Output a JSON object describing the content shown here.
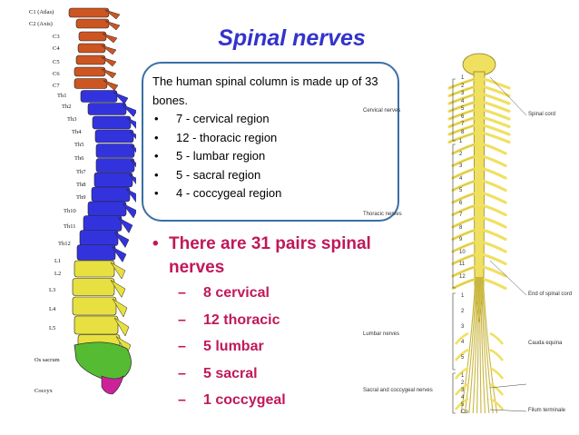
{
  "slide": {
    "title": "Spinal nerves",
    "info_box": {
      "intro": "The human spinal column is made up of 33 bones.",
      "items": [
        "7 - cervical region",
        "12 - thoracic region",
        "5 - lumbar region",
        "5 - sacral region",
        "4 - coccygeal region"
      ],
      "bullet_glyph": "•"
    },
    "main_bullet": {
      "glyph": "•",
      "text": "There are 31 pairs spinal nerves"
    },
    "sub_items": [
      "8 cervical",
      "12 thoracic",
      "5 lumbar",
      "5 sacral",
      "1 coccygeal"
    ],
    "sub_dash": "–",
    "colors": {
      "title": "#3333cc",
      "accent": "#c0185a",
      "box_border": "#3a6ea5",
      "cervical": "#cc5522",
      "thoracic": "#3333dd",
      "lumbar": "#e8e040",
      "sacral": "#55bb33",
      "coccyx": "#cc2299",
      "cord": "#f0e060"
    }
  },
  "spine_diagram": {
    "labels": [
      "C1 (Atlas)",
      "C2 (Axis)",
      "C3",
      "C4",
      "C5",
      "C6",
      "C7",
      "Th1",
      "Th2",
      "Th3",
      "Th4",
      "Th5",
      "Th6",
      "Th7",
      "Th8",
      "Th9",
      "Th10",
      "Th11",
      "Th12",
      "L1",
      "L2",
      "L3",
      "L4",
      "L5",
      "Os sacrum",
      "Coccyx"
    ]
  },
  "nerve_diagram": {
    "region_labels": [
      "Cervical nerves",
      "Thoracic nerves",
      "Lumbar nerves",
      "Sacral and coccygeal nerves"
    ],
    "right_labels": [
      "Spinal cord",
      "End of spinal cord",
      "Cauda equina",
      "Filum terminale"
    ],
    "cervical_numbers": [
      "1",
      "2",
      "3",
      "4",
      "5",
      "6",
      "7",
      "8"
    ],
    "thoracic_numbers": [
      "1",
      "2",
      "3",
      "4",
      "5",
      "6",
      "7",
      "8",
      "9",
      "10",
      "11",
      "12"
    ],
    "lumbar_numbers": [
      "1",
      "2",
      "3",
      "4",
      "5"
    ],
    "sacral_numbers": [
      "1",
      "2",
      "3",
      "4",
      "5",
      "Co"
    ]
  }
}
